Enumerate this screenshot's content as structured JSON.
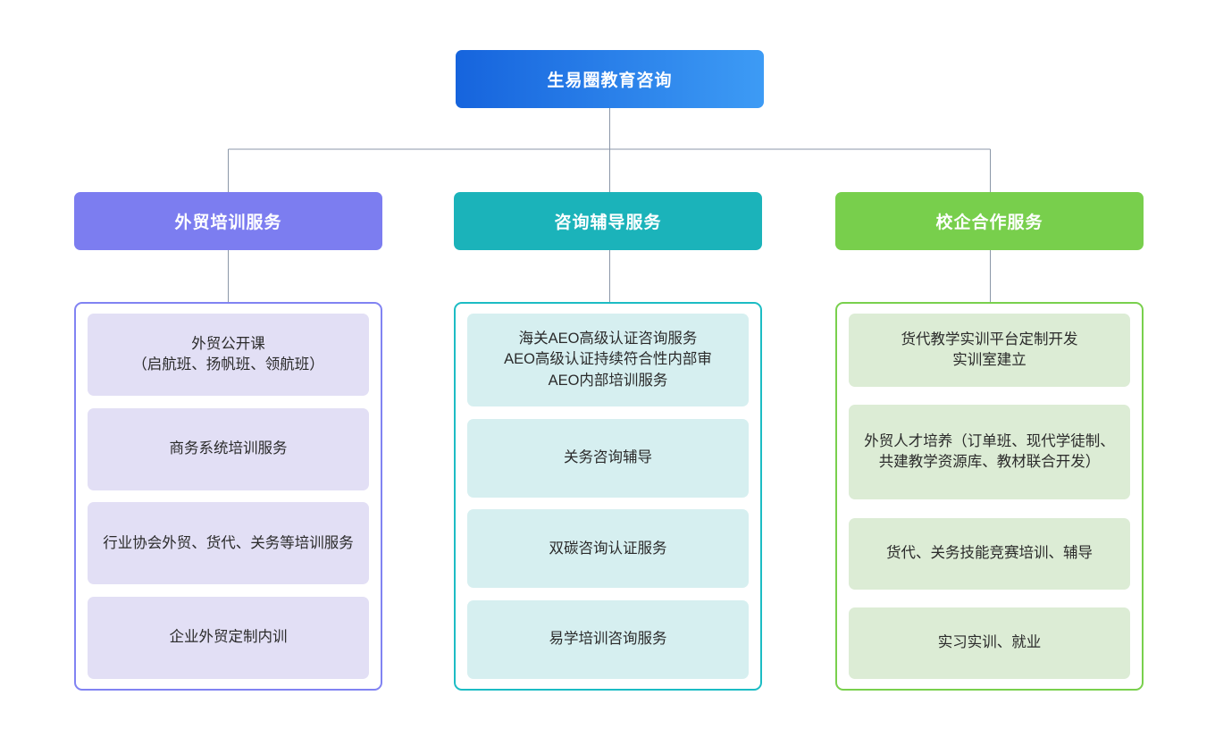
{
  "chart_data": {
    "type": "diagram",
    "subtype": "organization-tree",
    "title": "生易圈教育咨询",
    "levels": 3,
    "root": {
      "label": "生易圈教育咨询",
      "color_start": "#1664dd",
      "color_end": "#3d9bf5"
    },
    "branches": [
      {
        "label": "外贸培训服务",
        "header_color": "#7c7df0",
        "border_color": "#8183f2",
        "card_color": "#e2dff5",
        "items": [
          "外贸公开课\n（启航班、扬帆班、领航班）",
          "商务系统培训服务",
          "行业协会外贸、货代、关务等培训服务",
          "企业外贸定制内训"
        ]
      },
      {
        "label": "咨询辅导服务",
        "header_color": "#1bb3ba",
        "border_color": "#1cbcc4",
        "card_color": "#d6eff0",
        "items": [
          "海关AEO高级认证咨询服务\nAEO高级认证持续符合性内部审\nAEO内部培训服务",
          "关务咨询辅导",
          "双碳咨询认证服务",
          "易学培训咨询服务"
        ]
      },
      {
        "label": "校企合作服务",
        "header_color": "#78cf4c",
        "border_color": "#79d04d",
        "card_color": "#dcecd5",
        "items": [
          "货代教学实训平台定制开发\n实训室建立",
          "外贸人才培养（订单班、现代学徒制、共建教学资源库、教材联合开发）",
          "货代、关务技能竞赛培训、辅导",
          "实习实训、就业"
        ]
      }
    ],
    "connector_color": "#8b97a8",
    "background": "#ffffff"
  }
}
